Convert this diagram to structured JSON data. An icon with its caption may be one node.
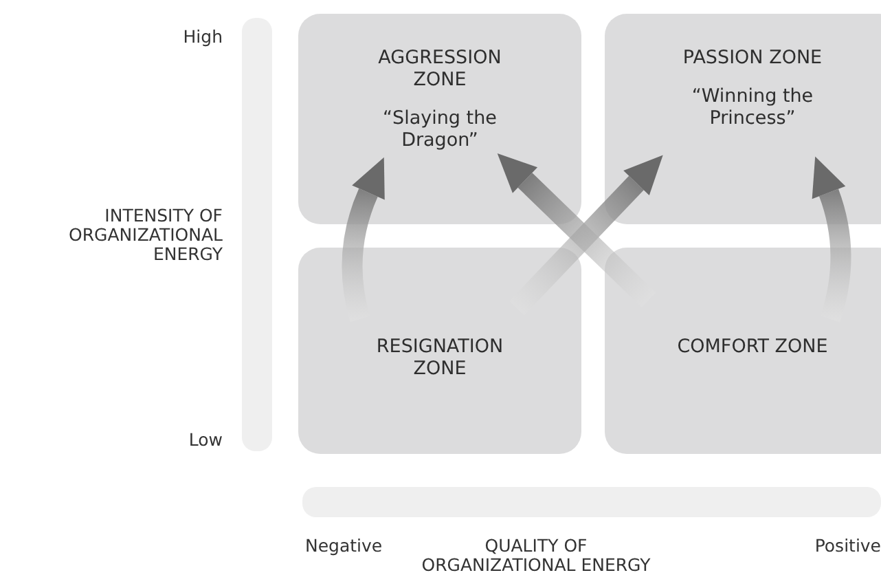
{
  "diagram": {
    "nodes": [
      {
        "text": [
          "AGGRESSION ZONE",
          "“Slaying the Dragon”"
        ]
      },
      {
        "text": [
          "PASSION ZONE",
          "“Winning the Princess”"
        ]
      },
      {
        "text": [
          "RESIGNATION ZONE"
        ]
      },
      {
        "text": [
          "COMFORT ZONE"
        ]
      },
      {
        "text": [],
        "shape": "bar"
      },
      {
        "text": [],
        "shape": "bar"
      }
    ],
    "edges": [
      {
        "from": 2,
        "to": 0,
        "arrow": "to",
        "style": "thick"
      },
      {
        "from": 2,
        "to": 1,
        "arrow": "to",
        "style": "thick"
      },
      {
        "from": 3,
        "to": 0,
        "arrow": "to",
        "style": "thick"
      },
      {
        "from": 3,
        "to": 1,
        "arrow": "to",
        "style": "thick"
      }
    ],
    "labels": [
      "High",
      "INTENSITY OF ORGANIZATIONAL ENERGY",
      "Low",
      "Negative",
      "QUALITY OF ORGANIZATIONAL ENERGY",
      "Positive"
    ]
  }
}
